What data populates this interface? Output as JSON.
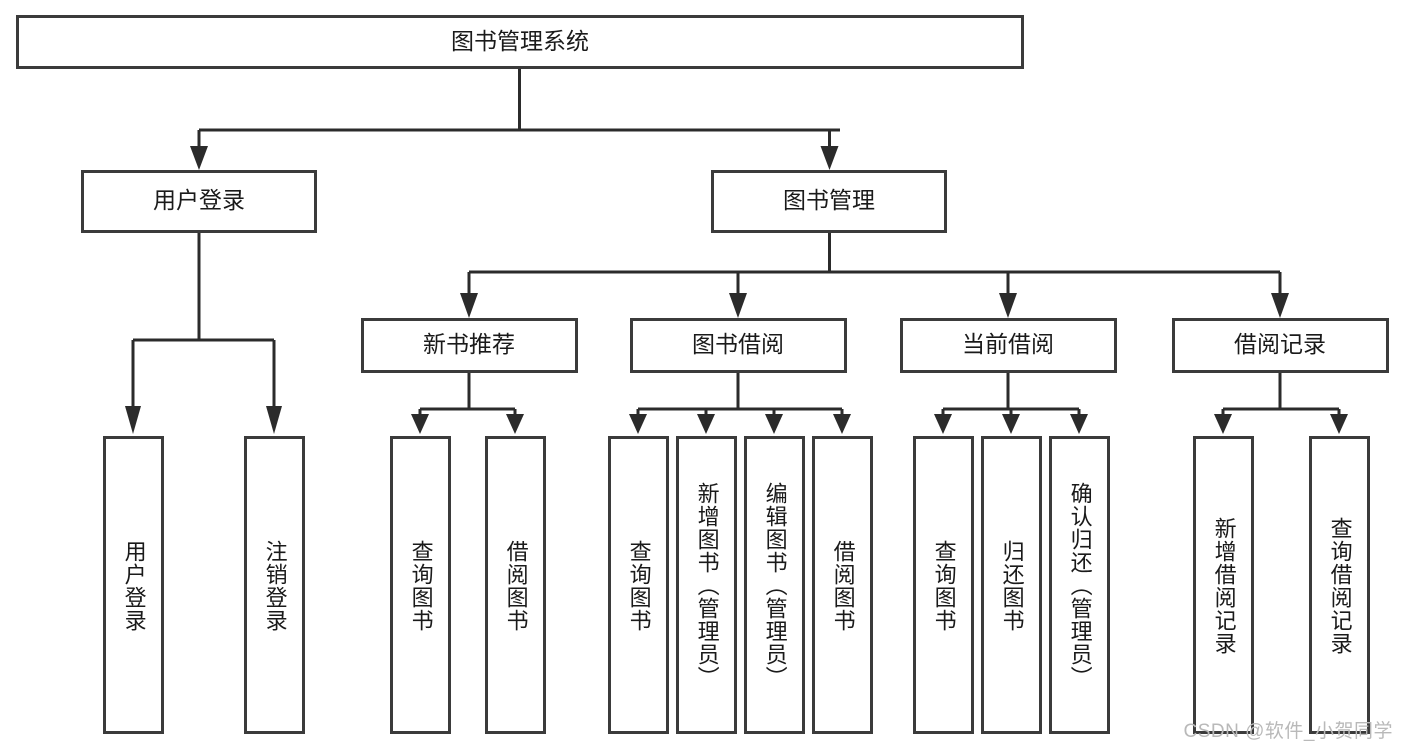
{
  "diagram": {
    "title": "图书管理系统",
    "type": "tree",
    "orientation": "top-down",
    "colors": {
      "box_fill": "#ffffff",
      "box_stroke": "#3b3b3b",
      "connector": "#2b2b2b",
      "text": "#1a1a1a",
      "background": "#ffffff",
      "watermark": "#b9b9b9"
    },
    "root": {
      "label": "图书管理系统"
    },
    "level2": [
      {
        "label": "用户登录"
      },
      {
        "label": "图书管理"
      }
    ],
    "level3": [
      {
        "label": "新书推荐"
      },
      {
        "label": "图书借阅"
      },
      {
        "label": "当前借阅"
      },
      {
        "label": "借阅记录"
      }
    ],
    "leaves": [
      {
        "label": "用户登录",
        "parent": "用户登录"
      },
      {
        "label": "注销登录",
        "parent": "用户登录"
      },
      {
        "label": "查询图书",
        "parent": "新书推荐"
      },
      {
        "label": "借阅图书",
        "parent": "新书推荐"
      },
      {
        "label": "查询图书",
        "parent": "图书借阅"
      },
      {
        "label": "新增图书（管理员）",
        "parent": "图书借阅"
      },
      {
        "label": "编辑图书（管理员）",
        "parent": "图书借阅"
      },
      {
        "label": "借阅图书",
        "parent": "图书借阅"
      },
      {
        "label": "查询图书",
        "parent": "当前借阅"
      },
      {
        "label": "归还图书",
        "parent": "当前借阅"
      },
      {
        "label": "确认归还（管理员）",
        "parent": "当前借阅"
      },
      {
        "label": "新增借阅记录",
        "parent": "借阅记录"
      },
      {
        "label": "查询借阅记录",
        "parent": "借阅记录"
      }
    ]
  },
  "watermark": {
    "text": "CSDN @软件_小贺同学"
  }
}
